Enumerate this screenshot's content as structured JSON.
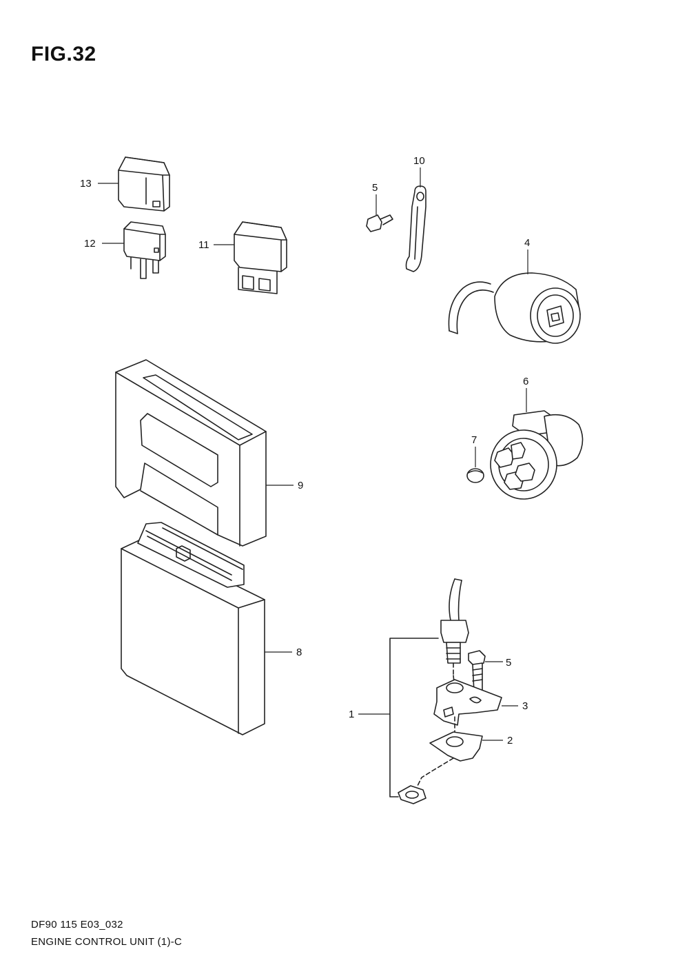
{
  "figure": {
    "title": "FIG.32"
  },
  "callouts": {
    "c1": "1",
    "c2": "2",
    "c3": "3",
    "c4": "4",
    "c5a": "5",
    "c5b": "5",
    "c6": "6",
    "c7": "7",
    "c8": "8",
    "c9": "9",
    "c10": "10",
    "c11": "11",
    "c12": "12",
    "c13": "13"
  },
  "footer": {
    "code": "DF90 115 E03_032",
    "name": "ENGINE CONTROL UNIT (1)-C"
  }
}
